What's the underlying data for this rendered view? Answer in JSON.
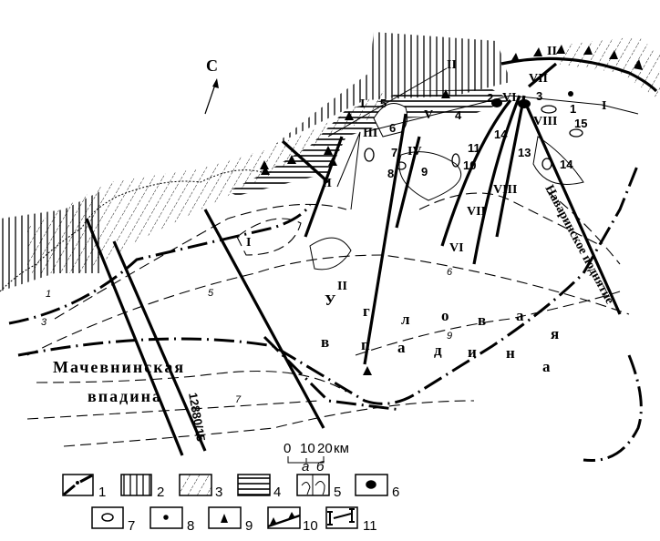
{
  "north_label": "С",
  "regions": {
    "machevna_word1": "Мачевнинская",
    "machevna_word2": "впадина",
    "uglovaya_word1_letters": [
      "У",
      "г",
      "л",
      "о",
      "в",
      "а",
      "я"
    ],
    "uglovaya_word2_letters": [
      "в",
      "п",
      "а",
      "д",
      "и",
      "н",
      "а"
    ],
    "navarin": "Наваринское поднятие"
  },
  "roman_labels": [
    "I",
    "I",
    "I",
    "II",
    "II",
    "II",
    "II",
    "III",
    "IV",
    "V",
    "VI",
    "VI",
    "VII",
    "VII",
    "VIII",
    "VIII"
  ],
  "structure_numbers": [
    "1",
    "2",
    "3",
    "4",
    "5",
    "6",
    "7",
    "8",
    "9",
    "10",
    "11",
    "13",
    "14",
    "14",
    "15"
  ],
  "contour_labels": [
    "1",
    "3",
    "5",
    "7",
    "9",
    "6"
  ],
  "profile_label": "12880/15",
  "scale": {
    "ticks": [
      "0",
      "10",
      "20"
    ],
    "unit": "км"
  },
  "legend": {
    "sub_a": "а",
    "sub_b": "б",
    "items": [
      "1",
      "2",
      "3",
      "4",
      "5",
      "6",
      "7",
      "8",
      "9",
      "10",
      "11"
    ]
  },
  "colors": {
    "ink": "#000000",
    "paper": "#ffffff"
  }
}
